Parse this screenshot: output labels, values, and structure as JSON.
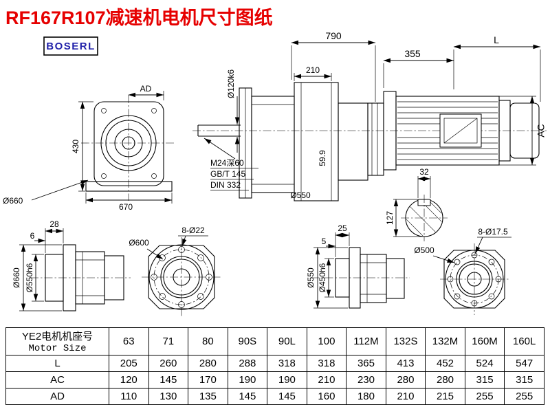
{
  "title": "RF167R107减速机电机尺寸图纸",
  "brand": "BOSERL",
  "colors": {
    "title": "#e60000",
    "brand_text": "#2222aa",
    "line": "#000000"
  },
  "views": {
    "front": {
      "ad": "AD",
      "height": "430",
      "width": "670",
      "outer_dia": "Ø660"
    },
    "side": {
      "overall_len": "790",
      "shaft_dia": "Ø120k6",
      "section_len": "210",
      "tap_spec": "M24深60",
      "std_gb": "GB/T 145",
      "std_din": "DIN 332",
      "key_height": "59.9",
      "flange_dia": "Ø550",
      "adapter_len": "355",
      "motor_len": "L",
      "motor_dia": "AC"
    },
    "shaft_section": {
      "key_width": "32",
      "height": "127"
    },
    "foot_left": {
      "spigot_len": "28",
      "gap": "6",
      "flange_dia": "Ø660",
      "spigot_dia": "Ø550h6"
    },
    "flange_left": {
      "bolt_circle": "Ø600",
      "bolt_holes": "8-Ø22"
    },
    "foot_right": {
      "spigot_len": "25",
      "gap": "5",
      "flange_dia": "Ø550",
      "spigot_dia": "Ø450h6"
    },
    "flange_right": {
      "bolt_circle": "Ø500",
      "bolt_holes": "8-Ø17.5"
    }
  },
  "table": {
    "header_cn": "YE2电机机座号",
    "header_en": "Motor Size",
    "columns": [
      "63",
      "71",
      "80",
      "90S",
      "90L",
      "100",
      "112M",
      "132S",
      "132M",
      "160M",
      "160L"
    ],
    "rows": [
      {
        "label": "L",
        "values": [
          "205",
          "260",
          "280",
          "288",
          "318",
          "318",
          "365",
          "413",
          "452",
          "524",
          "547"
        ]
      },
      {
        "label": "AC",
        "values": [
          "120",
          "145",
          "170",
          "190",
          "190",
          "210",
          "230",
          "280",
          "280",
          "315",
          "315"
        ]
      },
      {
        "label": "AD",
        "values": [
          "110",
          "130",
          "135",
          "145",
          "145",
          "160",
          "180",
          "210",
          "215",
          "255",
          "255"
        ]
      }
    ]
  }
}
